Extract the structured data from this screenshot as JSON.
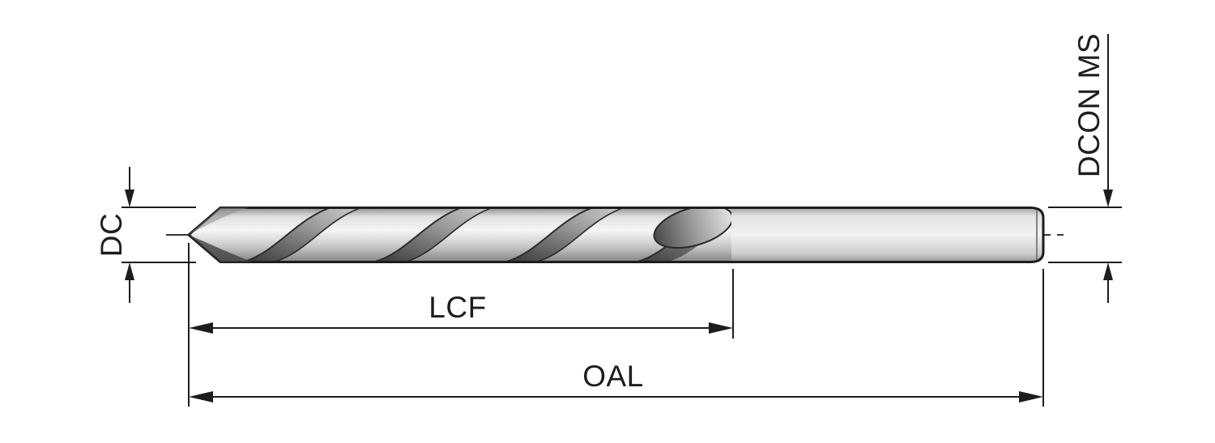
{
  "diagram": {
    "labels": {
      "dc": "DC",
      "dcon_ms": "DCON MS",
      "lcf": "LCF",
      "oal": "OAL"
    },
    "colors": {
      "line": "#1d1d1d",
      "background": "#ffffff",
      "body_highlight": "#f6f6f6",
      "body_mid": "#c6c6c6",
      "body_shadow": "#3a3a3a"
    }
  }
}
